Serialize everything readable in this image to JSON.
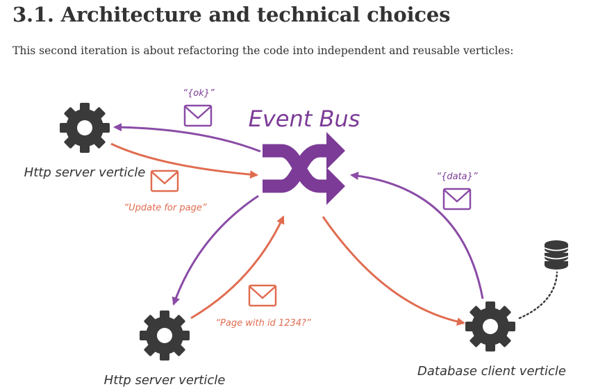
{
  "heading": "3.1. Architecture and technical choices",
  "intro": "This second iteration is about refactoring the code into independent and reusable verticles:",
  "diagram": {
    "hub": {
      "label": "Event Bus",
      "icon": "shuffle-icon"
    },
    "nodes": {
      "http_top": "Http server verticle",
      "http_bottom": "Http server verticle",
      "database": "Database client verticle"
    },
    "messages": {
      "ok": "“{ok}”",
      "update": "“Update for page”",
      "data": "“{data}”",
      "page_request": "“Page with id 1234?”"
    },
    "colors": {
      "purple": "#7b3b96",
      "orange": "#e06c50",
      "dark": "#3a3a3a"
    }
  }
}
